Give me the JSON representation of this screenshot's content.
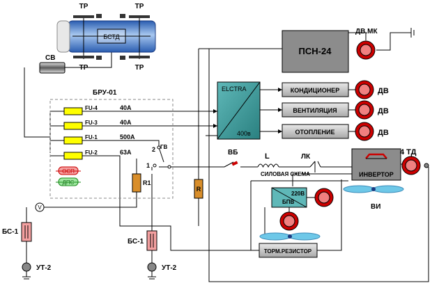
{
  "colors": {
    "wire": "#000000",
    "gray_box": "#8c8c8c",
    "light_box": "#c8c8c8",
    "teal": "#3a9a9a",
    "blue": "#3a6fc4",
    "fuse": "#ffff00",
    "resistor": "#d98e2a",
    "red_motor": "#cc0000",
    "pink": "#f4a0a0",
    "fan": "#6ec8e8"
  },
  "bogie": {
    "tp_top_left": "ТР",
    "tp_top_right": "ТР",
    "tp_bottom_left": "ТР",
    "tp_bottom_right": "ТР",
    "bstd": "БСТД"
  },
  "sv": "СВ",
  "bru": {
    "title": "БРУ-01",
    "fuses": [
      {
        "name": "FU-4",
        "rating": "40А"
      },
      {
        "name": "FU-3",
        "rating": "40А"
      },
      {
        "name": "FU-1",
        "rating": "500А"
      },
      {
        "name": "FU-2",
        "rating": "63А"
      }
    ],
    "osp": "ОСП",
    "dps": "ДПС",
    "r1": "R1"
  },
  "gv": {
    "label": "ГВ",
    "pos2": "2",
    "pos1": "1"
  },
  "psn": {
    "label": "ПСН-24",
    "motor": "ДВ.МК"
  },
  "electra": {
    "top": "ELCTRA",
    "bottom": "400в"
  },
  "consumers": [
    {
      "label": "КОНДИЦИОНЕР",
      "motor": "ДВ"
    },
    {
      "label": "ВЕНТИЛЯЦИЯ",
      "motor": "ДВ"
    },
    {
      "label": "ОТОПЛЕНИЕ",
      "motor": "ДВ"
    }
  ],
  "vb": "ВБ",
  "l": "L",
  "lk": "ЛК",
  "power_circuit": "СИЛОВАЯ СХЕМА",
  "inverter": {
    "label": "ИНВЕРТОР",
    "motor": "4 ТД"
  },
  "bpv": {
    "label": "БПВ",
    "voltage": "220В"
  },
  "vi": "ВИ",
  "r": "R",
  "brake": "ТОРМ.РЕЗИСТОР",
  "bs_left": "БС-1",
  "bs_mid": "БС-1",
  "ut_left": "УТ-2",
  "ut_mid": "УТ-2",
  "voltmeter": "V"
}
